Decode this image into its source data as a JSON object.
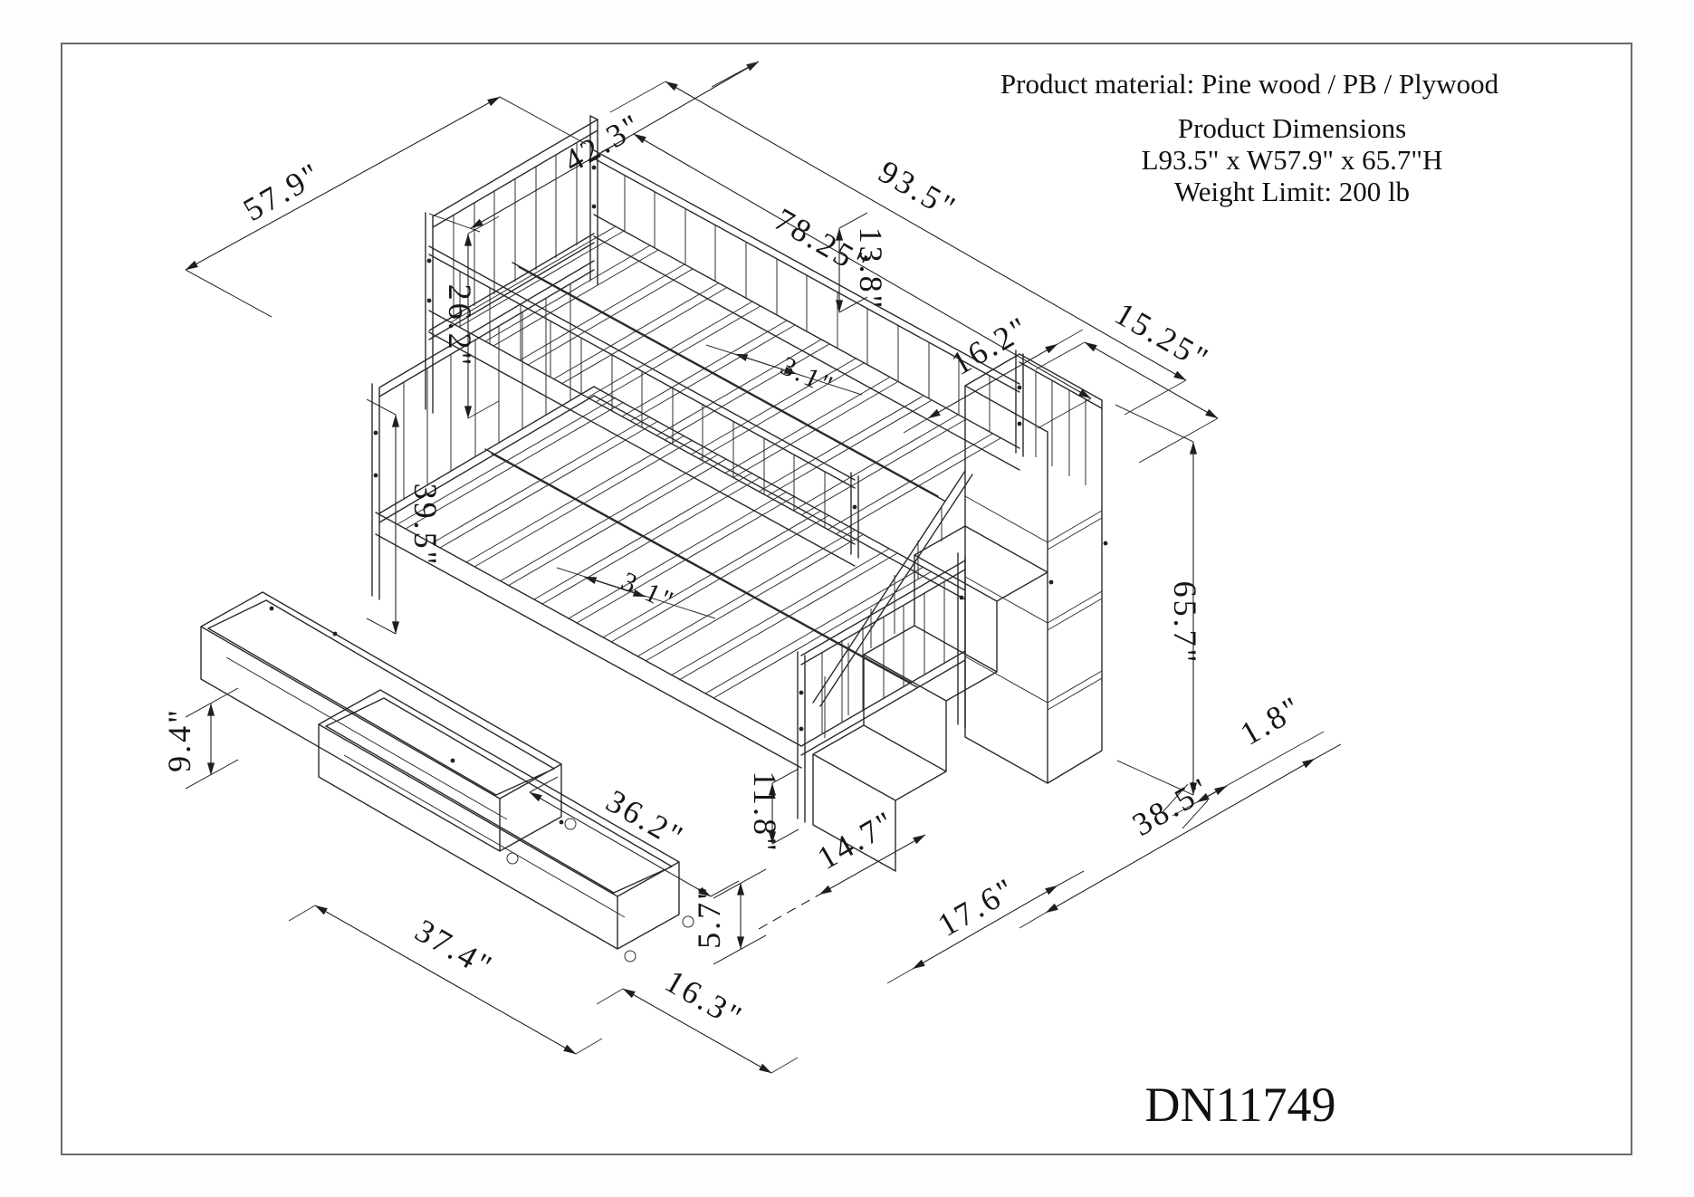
{
  "info": {
    "material": "Product material: Pine wood / PB / Plywood",
    "dimensions_title": "Product Dimensions",
    "dimensions_value": "L93.5\" x W57.9\" x 65.7\"H",
    "weight_limit": "Weight Limit: 200 lb"
  },
  "model_number": "DN11749",
  "colors": {
    "line": "#2a2a2a",
    "border": "#6a6a6a",
    "background": "#ffffff"
  },
  "dims": {
    "overall_width": "57.9\"",
    "upper_bed_width": "42.3\"",
    "upper_rail_height": "26.2\"",
    "overall_length": "93.5\"",
    "bed_length": "78.25\"",
    "stair_depth": "15.25\"",
    "stair_width": "16.2\"",
    "guardrail_height": "13.8\"",
    "lower_post_height": "39.5\"",
    "overall_height": "65.7\"",
    "shelf_thickness": "1.8\"",
    "underbed_clearance": "11.8\"",
    "stair_tread_depth": "14.7\"",
    "stair_footprint_depth": "17.6\"",
    "shelf_unit_width": "38.5\"",
    "drawer_height": "9.4\"",
    "drawer_inner_length": "36.2\"",
    "drawer_side_height": "5.7\"",
    "drawer_width": "16.3\"",
    "drawer_length": "37.4\"",
    "slat_gap_upper": "3.1\"",
    "slat_gap_lower": "3.1\""
  }
}
